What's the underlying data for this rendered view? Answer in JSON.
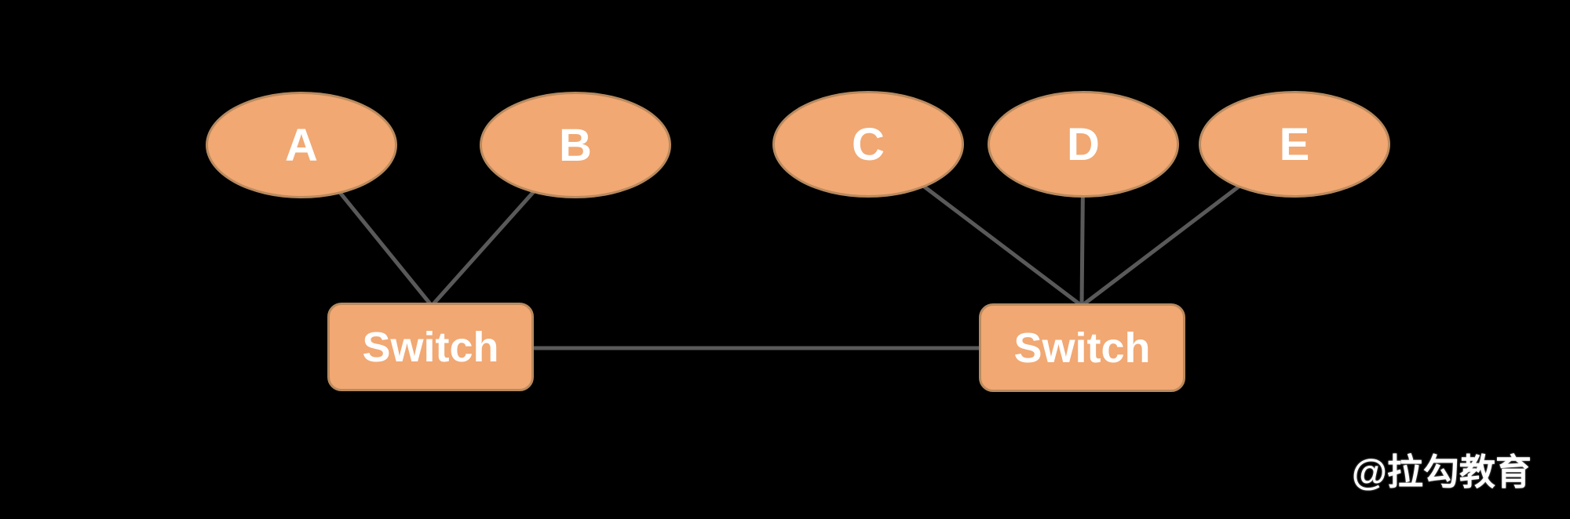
{
  "diagram": {
    "type": "network-topology",
    "background": "#000000",
    "hosts": [
      {
        "label": "A"
      },
      {
        "label": "B"
      },
      {
        "label": "C"
      },
      {
        "label": "D"
      },
      {
        "label": "E"
      }
    ],
    "switches": [
      {
        "label": "Switch"
      },
      {
        "label": "Switch"
      }
    ],
    "edges": [
      {
        "from": "A",
        "to": "Switch-1"
      },
      {
        "from": "B",
        "to": "Switch-1"
      },
      {
        "from": "C",
        "to": "Switch-2"
      },
      {
        "from": "D",
        "to": "Switch-2"
      },
      {
        "from": "E",
        "to": "Switch-2"
      },
      {
        "from": "Switch-1",
        "to": "Switch-2"
      }
    ],
    "colors": {
      "node_fill": "#f1a873",
      "node_border": "#b98a5e",
      "edge_line": "#595959",
      "label_text": "#ffffff",
      "background": "#000000"
    }
  },
  "watermark": {
    "text": "@拉勾教育"
  }
}
